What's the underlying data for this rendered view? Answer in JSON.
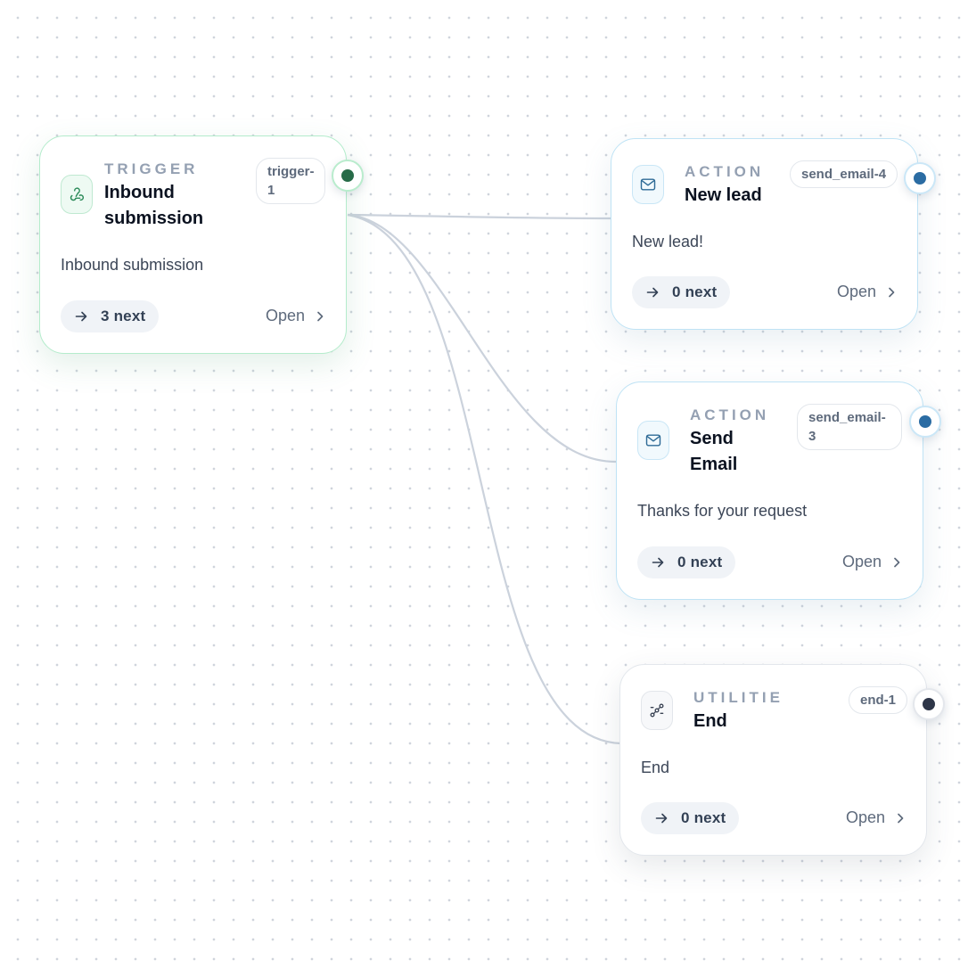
{
  "canvas": {
    "edge_color": "#cbd2dc",
    "background_dot_color": "#cfd4dc"
  },
  "nodes": [
    {
      "kind": "TRIGGER",
      "title": "Inbound submission",
      "id": "trigger-1",
      "description": "Inbound submission",
      "next": "3 next",
      "open": "Open",
      "icon": "webhook-icon",
      "accent": "#2d8b5a"
    },
    {
      "kind": "ACTION",
      "title": "New lead",
      "id": "send_email-4",
      "description": "New lead!",
      "next": "0 next",
      "open": "Open",
      "icon": "mail-icon",
      "accent": "#2b6ca3"
    },
    {
      "kind": "ACTION",
      "title": "Send Email",
      "id": "send_email-3",
      "description": "Thanks for your request",
      "next": "0 next",
      "open": "Open",
      "icon": "mail-icon",
      "accent": "#2b6ca3"
    },
    {
      "kind": "UTILITIE",
      "title": "End",
      "id": "end-1",
      "description": "End",
      "next": "0 next",
      "open": "Open",
      "icon": "route-icon",
      "accent": "#2e3648"
    }
  ]
}
